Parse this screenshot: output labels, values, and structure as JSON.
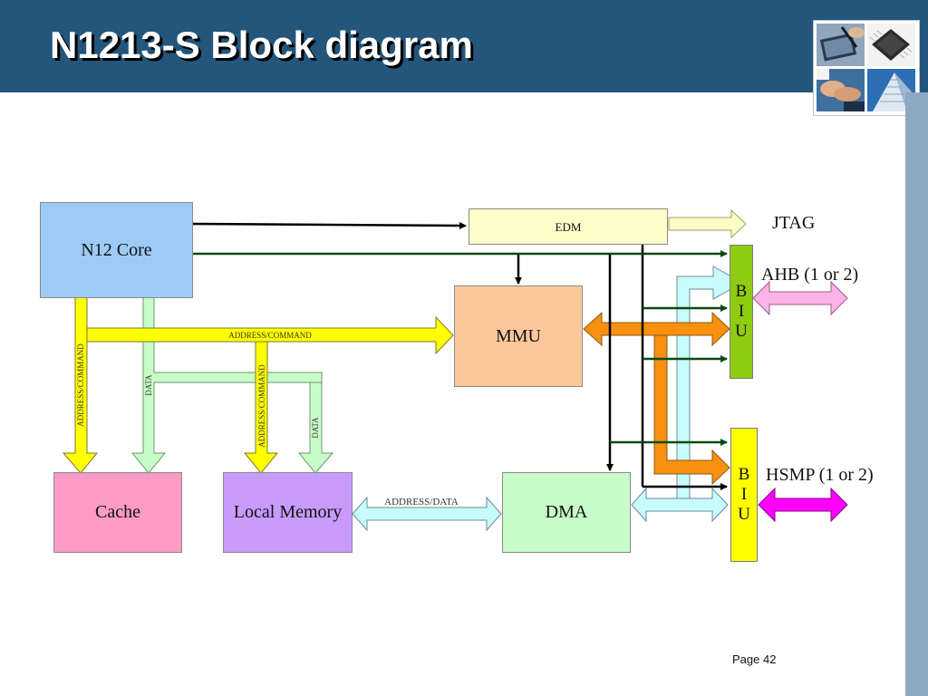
{
  "slide": {
    "title": "N1213-S Block diagram",
    "page": "Page 42",
    "header_color": "#24557a",
    "side_bar_color": "#8fa8c2"
  },
  "photos": [
    {
      "name": "stylus-tablet-photo",
      "icon": "tablet-photo"
    },
    {
      "name": "microchip-photo",
      "icon": "chip-photo"
    },
    {
      "name": "handshake-photo",
      "icon": "hands-photo"
    },
    {
      "name": "building-photo",
      "icon": "building-photo"
    }
  ],
  "blocks": {
    "core": {
      "label": "N12 Core",
      "color": "#9dcbf5"
    },
    "edm": {
      "label": "EDM",
      "color": "#fdfdc8"
    },
    "mmu": {
      "label": "MMU",
      "color": "#fcc89b"
    },
    "cache": {
      "label": "Cache",
      "color": "#fc9bc8"
    },
    "local_memory": {
      "label": "Local Memory",
      "color": "#c89bfc"
    },
    "dma": {
      "label": "DMA",
      "color": "#c8fcc8"
    },
    "biu_ahb": {
      "letters": [
        "B",
        "I",
        "U"
      ],
      "color": "#8fcb10"
    },
    "biu_hsmp": {
      "letters": [
        "B",
        "I",
        "U"
      ],
      "color": "#ffff00"
    }
  },
  "external": {
    "jtag": "JTAG",
    "ahb": "AHB (1 or 2)",
    "hsmp": "HSMP (1 or 2)"
  },
  "bus_labels": {
    "core_to_mmu": "ADDRESS/COMMAND",
    "core_to_cache_addr": "ADDRESS/COMMAND",
    "core_data": "DATA",
    "local_mem_addr": "ADDRESS/COMMAND",
    "local_mem_data": "DATA",
    "local_mem_to_dma": "ADDRESS/DATA"
  },
  "colors": {
    "address_bus": "#ffff00",
    "data_bus": "#c8fcc8",
    "dma_bus": "#c8fcfc",
    "mmu_bus": "#f99010",
    "ahb_arrow": "#fcb4e8",
    "hsmp_arrow": "#ff00ff",
    "green_line": "#0b4a10"
  }
}
